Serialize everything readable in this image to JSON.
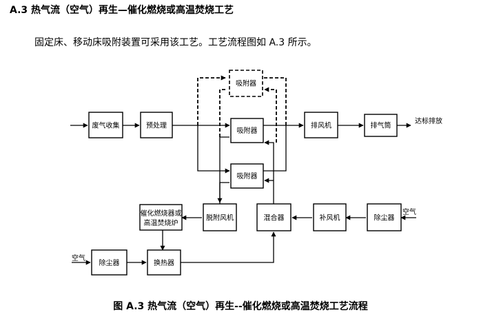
{
  "heading": "A.3 热气流（空气）再生—催化燃烧或高温焚烧工艺",
  "intro": "固定床、移动床吸附装置可采用该工艺。工艺流程图如 A.3 所示。",
  "caption": "图 A.3 热气流（空气）再生--催化燃烧或高温焚烧工艺流程",
  "diagram": {
    "nodes": {
      "waste_gas_collection": "废气收集",
      "pretreatment": "预处理",
      "adsorber_top_dashed": "吸附器",
      "adsorber_middle": "吸附器",
      "adsorber_bottom": "吸附器",
      "exhaust_fan": "排风机",
      "exhaust_stack": "排气筒",
      "desorption_fan": "脱附风机",
      "mixer": "混合器",
      "makeup_fan": "补风机",
      "dust_remover_right": "除尘器",
      "combustor_line1": "催化燃烧器或",
      "combustor_line2": "高温焚烧炉",
      "dust_remover_left": "除尘器",
      "heat_exchanger": "换热器"
    },
    "labels": {
      "discharge": "达标排放",
      "air_right": "空气",
      "air_left": "空气"
    }
  }
}
